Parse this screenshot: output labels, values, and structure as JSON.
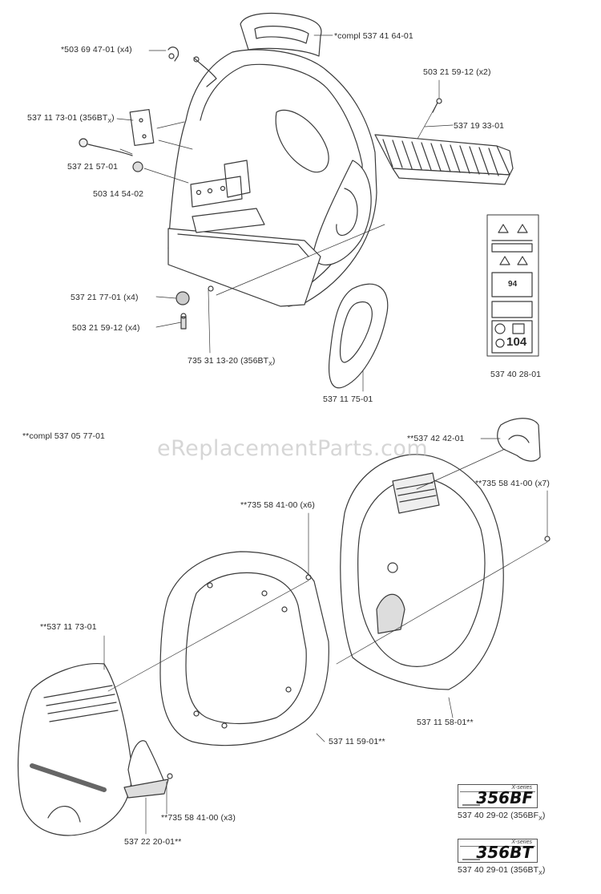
{
  "watermark": "eReplacementParts.com",
  "sections": {
    "lower_assembly_label": "**compl 537 05 77-01"
  },
  "labels": [
    {
      "id": "compl-537-41-64-01",
      "text": "*compl 537 41 64-01"
    },
    {
      "id": "503-69-47-01",
      "text": "*503 69 47-01 (x4)"
    },
    {
      "id": "503-21-59-12-x2",
      "text": "503 21 59-12 (x2)"
    },
    {
      "id": "537-11-73-01-356btx",
      "text": "537 11 73-01 (356BT",
      "sub": "X",
      "tail": ")"
    },
    {
      "id": "537-19-33-01",
      "text": "537 19 33-01"
    },
    {
      "id": "537-21-57-01",
      "text": "537 21 57-01"
    },
    {
      "id": "503-14-54-02",
      "text": "503 14 54-02"
    },
    {
      "id": "537-21-77-01",
      "text": "537 21 77-01 (x4)"
    },
    {
      "id": "503-21-59-12-x4",
      "text": "503 21 59-12 (x4)"
    },
    {
      "id": "735-31-13-20",
      "text": "735 31 13-20 (356BT",
      "sub": "X",
      "tail": ")"
    },
    {
      "id": "537-11-75-01",
      "text": "537 11 75-01"
    },
    {
      "id": "537-40-28-01",
      "text": "537 40 28-01"
    },
    {
      "id": "537-42-42-01",
      "text": "**537 42 42-01"
    },
    {
      "id": "735-58-41-00-x7",
      "text": "**735 58 41-00 (x7)"
    },
    {
      "id": "735-58-41-00-x6",
      "text": "**735 58 41-00 (x6)"
    },
    {
      "id": "537-11-73-01",
      "text": "**537 11 73-01"
    },
    {
      "id": "537-11-58-01",
      "text": "537 11 58-01**"
    },
    {
      "id": "537-11-59-01",
      "text": "537 11 59-01**"
    },
    {
      "id": "735-58-41-00-x3",
      "text": "**735 58 41-00 (x3)"
    },
    {
      "id": "537-22-20-01",
      "text": "537 22 20-01**"
    },
    {
      "id": "537-40-29-02",
      "text": "537 40 29-02 (356BF",
      "sub": "X",
      "tail": ")"
    },
    {
      "id": "537-40-29-01",
      "text": "537 40 29-01 (356BT",
      "sub": "X",
      "tail": ")"
    }
  ],
  "decals": {
    "bf": {
      "model": "356BF",
      "series": "X-series"
    },
    "bt": {
      "model": "356BT",
      "series": "X-series"
    }
  },
  "warning_label": {
    "noise_value": "104",
    "noise_small": "94"
  },
  "colors": {
    "line": "#3a3a3a",
    "fill": "#ffffff",
    "shade": "#9a9a9a"
  }
}
